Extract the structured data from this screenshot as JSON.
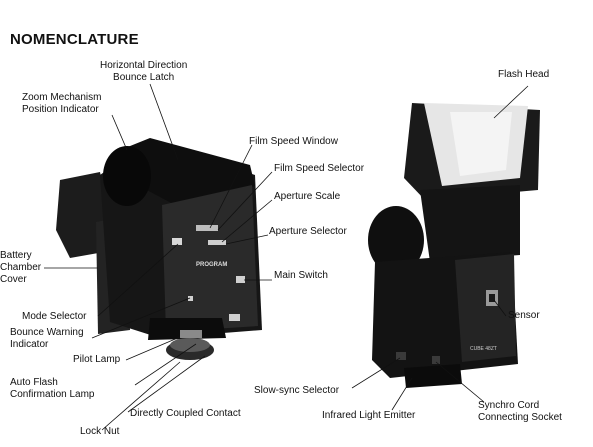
{
  "title": "NOMENCLATURE",
  "labels": {
    "horizontal_direction_bounce_latch": "Horizontal Direction\nBounce Latch",
    "zoom_mechanism_position_indicator": "Zoom Mechanism\nPosition Indicator",
    "film_speed_window": "Film Speed Window",
    "film_speed_selector": "Film Speed Selector",
    "aperture_scale": "Aperture Scale",
    "aperture_selector": "Aperture Selector",
    "main_switch": "Main Switch",
    "battery_chamber_cover": "Battery\nChamber\nCover",
    "mode_selector": "Mode Selector",
    "bounce_warning_indicator": "Bounce Warning\nIndicator",
    "pilot_lamp": "Pilot Lamp",
    "auto_flash_confirmation_lamp": "Auto Flash\nConfirmation Lamp",
    "directly_coupled_contact": "Directly Coupled Contact",
    "lock_nut": "Lock Nut",
    "flash_head": "Flash Head",
    "sensor": "Sensor",
    "slow_sync_selector": "Slow-sync Selector",
    "infrared_light_emitter": "Infrared Light Emitter",
    "synchro_cord_connecting_socket": "Synchro Cord\nConnecting Socket"
  },
  "device_markings": {
    "program": "PROGRAM",
    "brand": "CUBE 48ZT"
  }
}
